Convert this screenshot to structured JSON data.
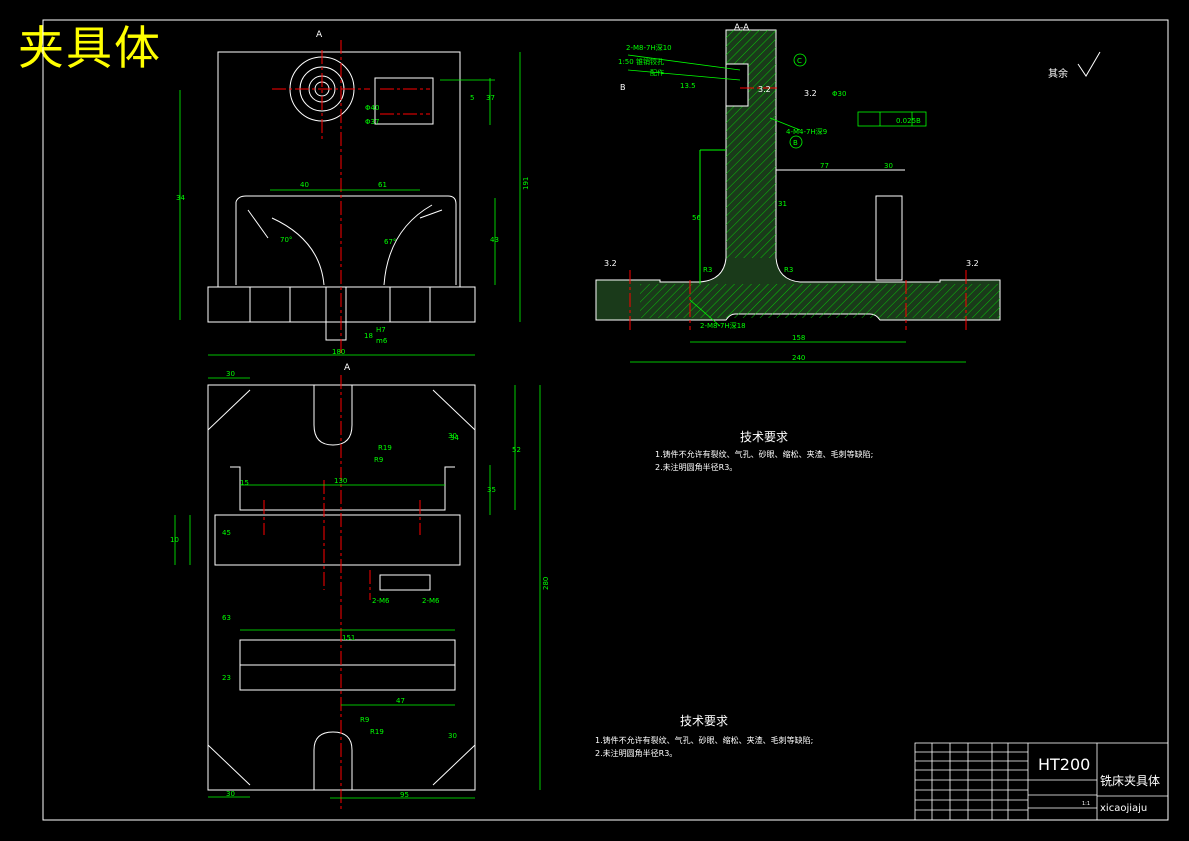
{
  "drawing": {
    "title": "夹具体",
    "section_label": "A-A",
    "arrow_label_top": "A",
    "arrow_label_mid": "A",
    "view_label_b": "B",
    "surface_finish_note": "其余",
    "colors": {
      "background": "#000000",
      "outline": "#ffffff",
      "dimension": "#00ff00",
      "centerline": "#ff0000",
      "title": "#ffff00",
      "hatch": "#00ff00"
    }
  },
  "front_view": {
    "dims": {
      "width_180": "180",
      "height_191": "191",
      "fit": "18",
      "fit_tol_top": "H7",
      "fit_tol_bottom": "m6",
      "angle_left": "70°",
      "angle_right": "67°",
      "d_phi40": "Φ40",
      "d_phi37": "Φ37",
      "w40": "40",
      "w61": "61",
      "h37": "37",
      "h5": "5",
      "h43": "43",
      "h34": "34"
    }
  },
  "section_view": {
    "callouts": {
      "c1": "2-M8-7H深10",
      "c2": "1:50 锥销铰孔",
      "c3": "配作",
      "c4": "4-M4-7H深9",
      "c5": "2-M8-7H深18",
      "tol": "0.025",
      "datum_b": "B",
      "circle_c": "C",
      "circle_b": "B"
    },
    "dims": {
      "d158": "158",
      "d240": "240",
      "r3a": "R3",
      "r3b": "R3",
      "d13_5": "13.5",
      "ra32a": "3.2",
      "ra32b": "3.2",
      "ra32c": "3.2",
      "ra32d": "3.2",
      "d77": "77",
      "d30": "30",
      "d31": "31",
      "d56": "56",
      "phi30": "Φ30"
    }
  },
  "top_view": {
    "dims": {
      "d30a": "30",
      "d30b": "30",
      "d30c": "30",
      "d30d": "30",
      "d95": "95",
      "d280": "280",
      "r19a": "R19",
      "r9a": "R9",
      "r19b": "R19",
      "r9b": "R9",
      "d151": "151",
      "d47": "47",
      "d130": "130",
      "d45": "45",
      "d63": "63",
      "d23": "23",
      "d2m6a": "2-M6",
      "d2m6b": "2-M6",
      "d52": "52",
      "d15": "15",
      "d35": "35",
      "d10": "10",
      "d34": "34"
    }
  },
  "tech_notes_upper": {
    "heading": "技术要求",
    "line1": "1.铸件不允许有裂纹、气孔、砂眼、缩松、夹渣、毛刺等缺陷;",
    "line2": "2.未注明圆角半径R3。"
  },
  "tech_notes_lower": {
    "heading": "技术要求",
    "line1": "1.铸件不允许有裂纹、气孔、砂眼、缩松、夹渣、毛刺等缺陷;",
    "line2": "2.未注明圆角半径R3。"
  },
  "title_block": {
    "material": "HT200",
    "part_name": "铣床夹具体",
    "drawing_no": "xicaojiaju",
    "scale": "1:1"
  }
}
